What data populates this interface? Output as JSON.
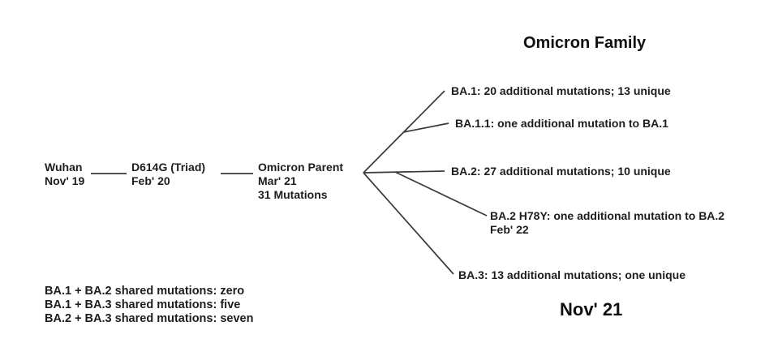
{
  "title": "Omicron Family",
  "timeline": {
    "wuhan": {
      "line1": "Wuhan",
      "line2": "Nov' 19"
    },
    "d614g": {
      "line1": "D614G (Triad)",
      "line2": "Feb' 20"
    },
    "omicron_parent": {
      "line1": "Omicron Parent",
      "line2": "Mar' 21",
      "line3": "31 Mutations"
    }
  },
  "branches": {
    "ba1": "BA.1: 20 additional mutations; 13 unique",
    "ba11": "BA.1.1: one additional mutation to BA.1",
    "ba2": "BA.2: 27 additional mutations; 10 unique",
    "ba2_h78y": {
      "line1": "BA.2 H78Y: one additional mutation to BA.2",
      "line2": "Feb' 22"
    },
    "ba3": "BA.3: 13 additional mutations; one unique"
  },
  "footnotes": [
    "BA.1 + BA.2 shared mutations: zero",
    "BA.1 + BA.3 shared mutations: five",
    "BA.2 + BA.3 shared mutations: seven"
  ],
  "date_label": "Nov' 21"
}
